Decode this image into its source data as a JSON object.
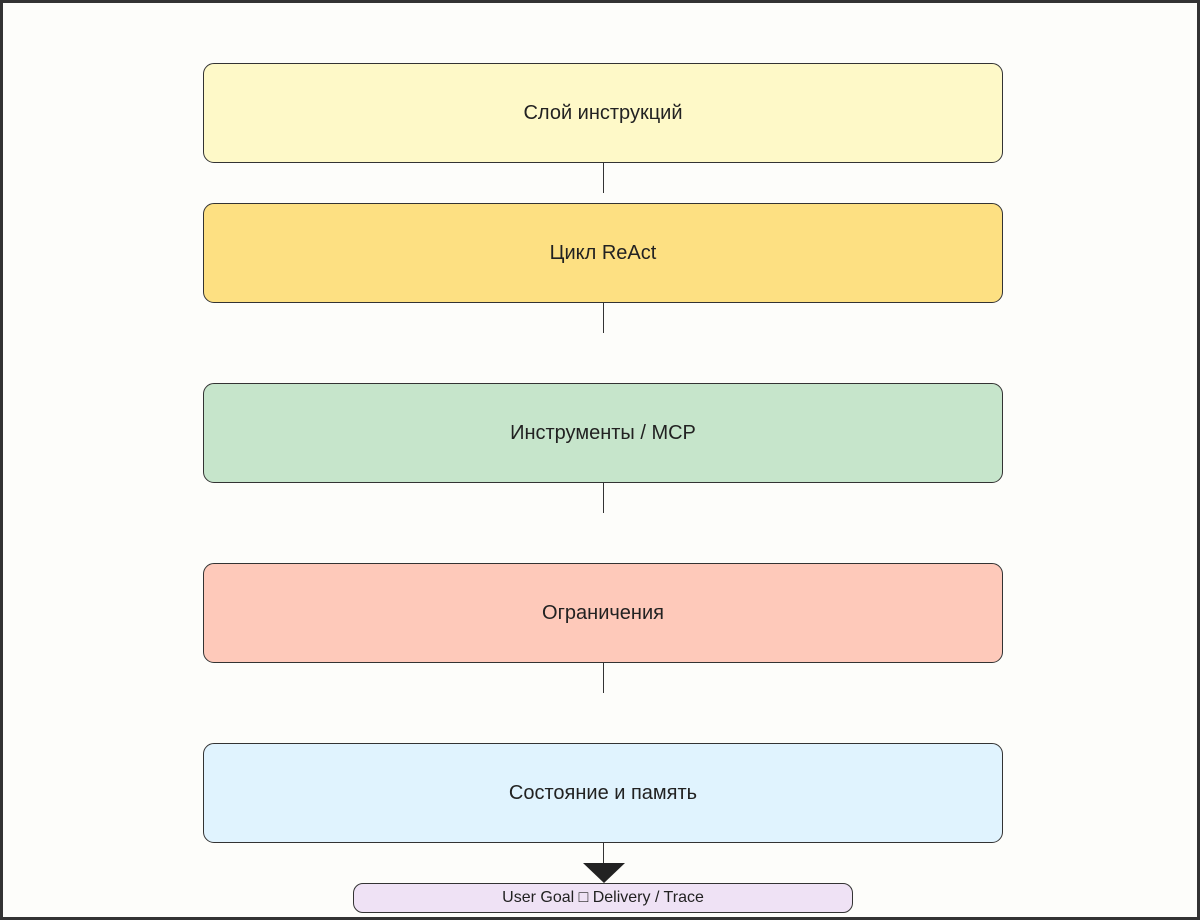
{
  "diagram": {
    "layers": [
      {
        "label": "Слой инструкций",
        "color": "#fef9c8"
      },
      {
        "label": "Цикл ReAct",
        "color": "#fde082"
      },
      {
        "label": "Инструменты / MCP",
        "color": "#c6e5cb"
      },
      {
        "label": "Ограничения",
        "color": "#fec9ba"
      },
      {
        "label": "Состояние и память",
        "color": "#e0f3fe"
      }
    ],
    "summary": {
      "label": "User Goal □ Delivery / Trace",
      "color": "#efe2f5"
    }
  }
}
